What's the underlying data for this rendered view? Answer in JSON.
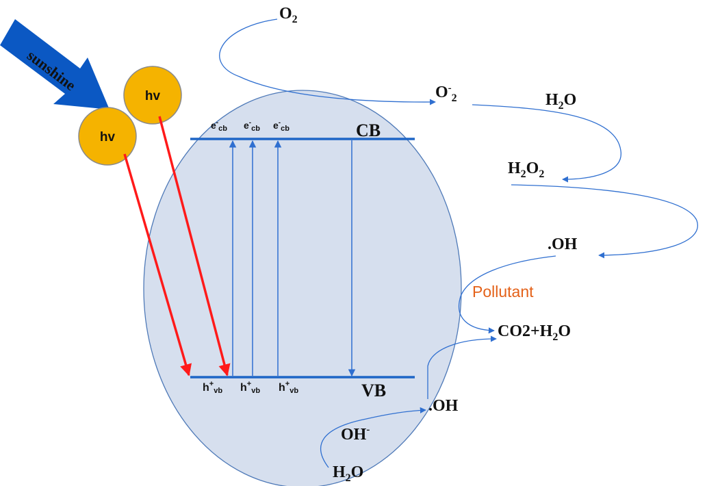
{
  "colors": {
    "particle_fill": "#d6dfee",
    "particle_stroke": "#4f7ab8",
    "band_line": "#1f66c6",
    "arrow_blue": "#2f6fd0",
    "excitation_arrow": "#ff1a1a",
    "photon_fill": "#f5b300",
    "photon_stroke": "#8a8a8a",
    "sunshine_arrow": "#0b58c3",
    "pollutant_text": "#e4621a"
  },
  "sunshine": {
    "label": "sunshine",
    "icon": "sunshine-arrow-icon"
  },
  "photons": [
    {
      "label": "hv"
    },
    {
      "label": "hv"
    }
  ],
  "bands": {
    "cb": {
      "label": "CB"
    },
    "vb": {
      "label": "VB"
    }
  },
  "electrons": [
    {
      "base": "e",
      "sup": "-",
      "sub": "cb"
    },
    {
      "base": "e",
      "sup": "-",
      "sub": "cb"
    },
    {
      "base": "e",
      "sup": "-",
      "sub": "cb"
    }
  ],
  "holes": [
    {
      "base": "h",
      "sup": "+",
      "sub": "vb"
    },
    {
      "base": "h",
      "sup": "+",
      "sub": "vb"
    },
    {
      "base": "h",
      "sup": "+",
      "sub": "vb"
    }
  ],
  "species": {
    "o2": {
      "base": "O",
      "sub": "2"
    },
    "superoxide": {
      "base": "O",
      "sup": "-",
      "sub": "2"
    },
    "h2o_top": {
      "a": "H",
      "sub": "2",
      "b": "O"
    },
    "h2o2": {
      "a": "H",
      "sub1": "2",
      "b": "O",
      "sub2": "2"
    },
    "oh_top": ".OH",
    "pollutant": "Pollutant",
    "products": {
      "a": "CO2+H",
      "sub": "2",
      "b": "O"
    },
    "oh_bottom": ".OH",
    "hydroxide": {
      "base": "OH",
      "sup": "-"
    },
    "h2o_bottom": {
      "a": "H",
      "sub": "2",
      "b": "O"
    }
  }
}
